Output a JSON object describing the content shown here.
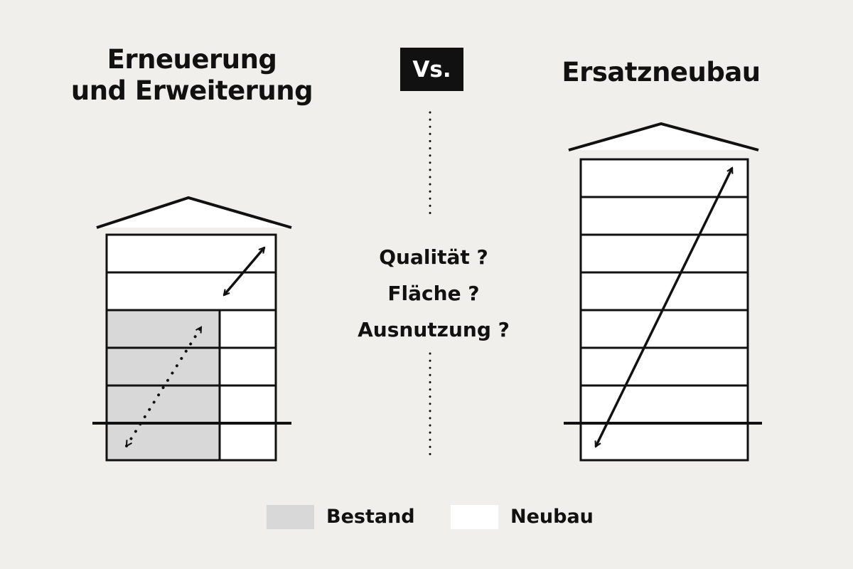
{
  "titles": {
    "left_line1": "Erneuerung",
    "left_line2": "und Erweiterung",
    "right": "Ersatzneubau",
    "vs": "Vs."
  },
  "questions": [
    "Qualität ?",
    "Fläche ?",
    "Ausnutzung ?"
  ],
  "legend": [
    {
      "label": "Bestand",
      "color": "#d8d8d8"
    },
    {
      "label": "Neubau",
      "color": "#ffffff"
    }
  ],
  "colors": {
    "background": "#f1efeb",
    "ink": "#111111",
    "existing_fill": "#d8d8d8",
    "new_fill": "#ffffff"
  }
}
